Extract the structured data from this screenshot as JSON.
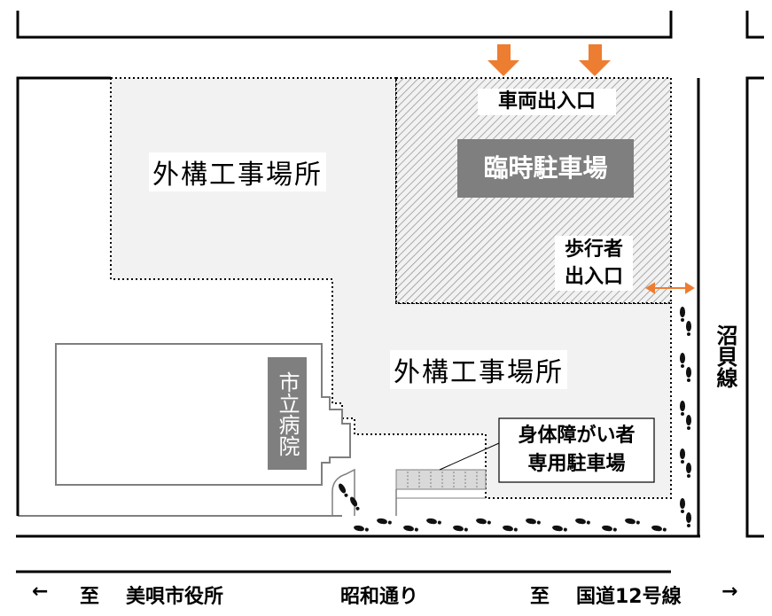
{
  "labels": {
    "construction_area_1": "外構工事場所",
    "construction_area_2": "外構工事場所",
    "vehicle_entrance": "車両出入口",
    "temp_parking": "臨時駐車場",
    "pedestrian_entrance_line1": "歩行者",
    "pedestrian_entrance_line2": "出入口",
    "hospital": "市立病院",
    "disabled_parking_line1": "身体障がい者",
    "disabled_parking_line2": "専用駐車場",
    "side_road": "沼貝線"
  },
  "bottom": {
    "left_arrow": "←",
    "left_to": "至",
    "left_dest": "美唄市役所",
    "road_name": "昭和通り",
    "right_to": "至",
    "right_dest": "国道12号線",
    "right_arrow": "→"
  },
  "colors": {
    "construction_fill": "#f2f2f2",
    "parking_label_bg": "#7f7f7f",
    "arrow": "#ed7d31"
  }
}
